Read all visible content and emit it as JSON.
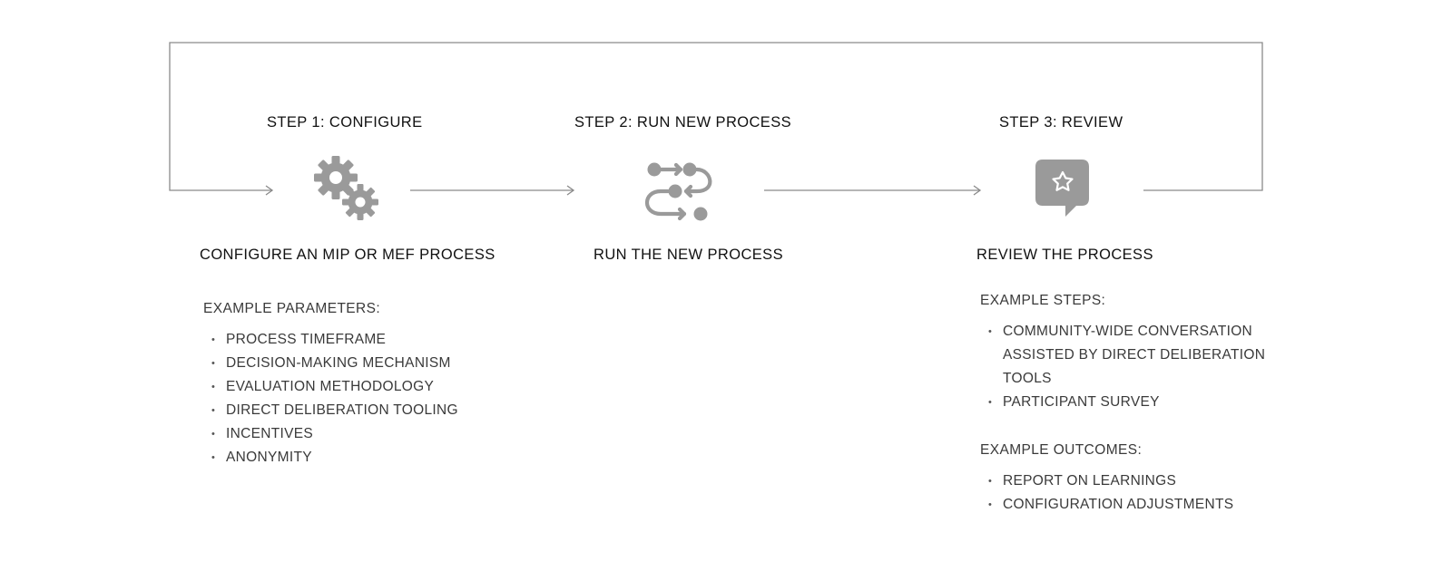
{
  "colors": {
    "line": "#8a8a8a",
    "icon": "#9a9a9a",
    "text": "#111111",
    "muted_text": "#3a3a3a"
  },
  "steps": [
    {
      "title": "STEP 1: CONFIGURE",
      "icon": "gears-icon",
      "subtitle": "CONFIGURE AN MIP OR MEF PROCESS",
      "lists": [
        {
          "heading": "EXAMPLE PARAMETERS:",
          "items": [
            "PROCESS TIMEFRAME",
            "DECISION-MAKING MECHANISM",
            "EVALUATION METHODOLOGY",
            "DIRECT DELIBERATION TOOLING",
            "INCENTIVES",
            "ANONYMITY"
          ]
        }
      ]
    },
    {
      "title": "STEP 2: RUN NEW PROCESS",
      "icon": "workflow-icon",
      "subtitle": "RUN THE NEW PROCESS",
      "lists": []
    },
    {
      "title": "STEP 3: REVIEW",
      "icon": "star-speech-bubble-icon",
      "subtitle": "REVIEW THE PROCESS",
      "lists": [
        {
          "heading": "EXAMPLE STEPS:",
          "items": [
            "COMMUNITY-WIDE CONVERSATION",
            "ASSISTED BY DIRECT DELIBERATION",
            "TOOLS",
            "PARTICIPANT SURVEY"
          ]
        },
        {
          "heading": "EXAMPLE OUTCOMES:",
          "items": [
            "REPORT ON LEARNINGS",
            "CONFIGURATION ADJUSTMENTS"
          ]
        }
      ]
    }
  ]
}
